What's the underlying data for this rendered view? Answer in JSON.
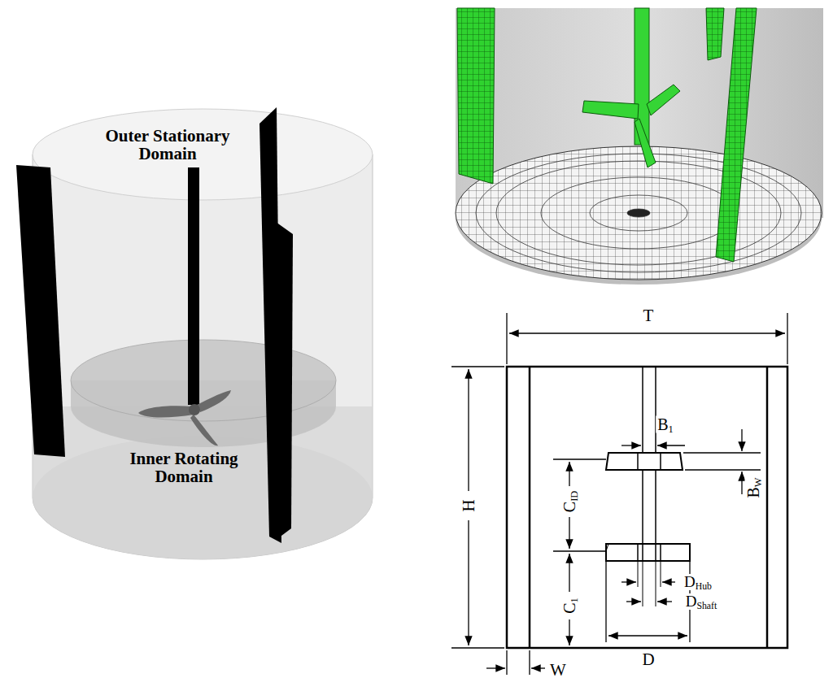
{
  "diagram": {
    "labels": [
      "Outer Stationary Domain",
      "Inner Rotating Domain",
      "T",
      "H",
      "B1",
      "BW",
      "CID",
      "C1",
      "DHub",
      "DShaft",
      "D",
      "W"
    ]
  }
}
